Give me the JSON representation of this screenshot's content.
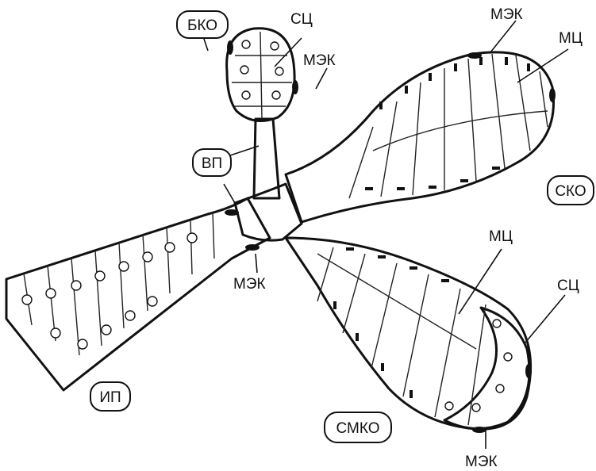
{
  "labels": {
    "bko": "БКО",
    "sc_top": "СЦ",
    "mek_top_center": "МЭК",
    "mek_top_right": "МЭК",
    "mc_top": "МЦ",
    "vp": "ВП",
    "sko": "СКО",
    "mc_right": "МЦ",
    "sc_right": "СЦ",
    "mek_center": "МЭК",
    "ip": "ИП",
    "smko": "СМКО",
    "mek_bottom": "МЭК"
  },
  "colors": {
    "ink": "#111111",
    "serous_fill": "#c8c8c8",
    "mucous_fill": "#f4f4f4",
    "duct_fill": "#e6e6e6"
  }
}
